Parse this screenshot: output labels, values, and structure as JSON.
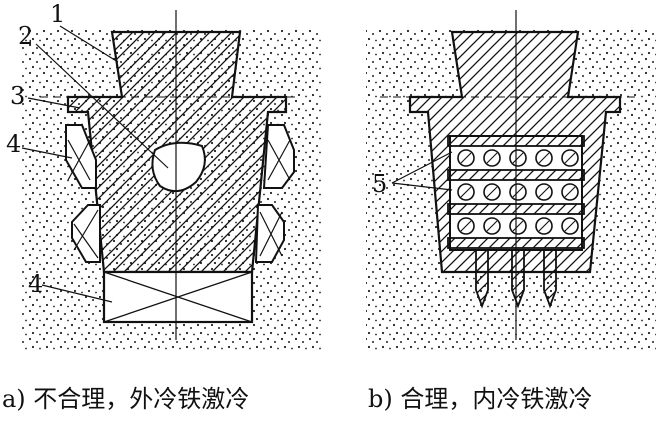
{
  "panels": [
    {
      "id": "a",
      "caption": "a) 不合理，外冷铁激冷",
      "callouts": [
        "1",
        "2",
        "3",
        "4",
        "4"
      ]
    },
    {
      "id": "b",
      "caption": "b) 合理，内冷铁激冷",
      "callouts": [
        "5"
      ]
    }
  ],
  "colors": {
    "ink": "#111111",
    "background": "#ffffff"
  }
}
